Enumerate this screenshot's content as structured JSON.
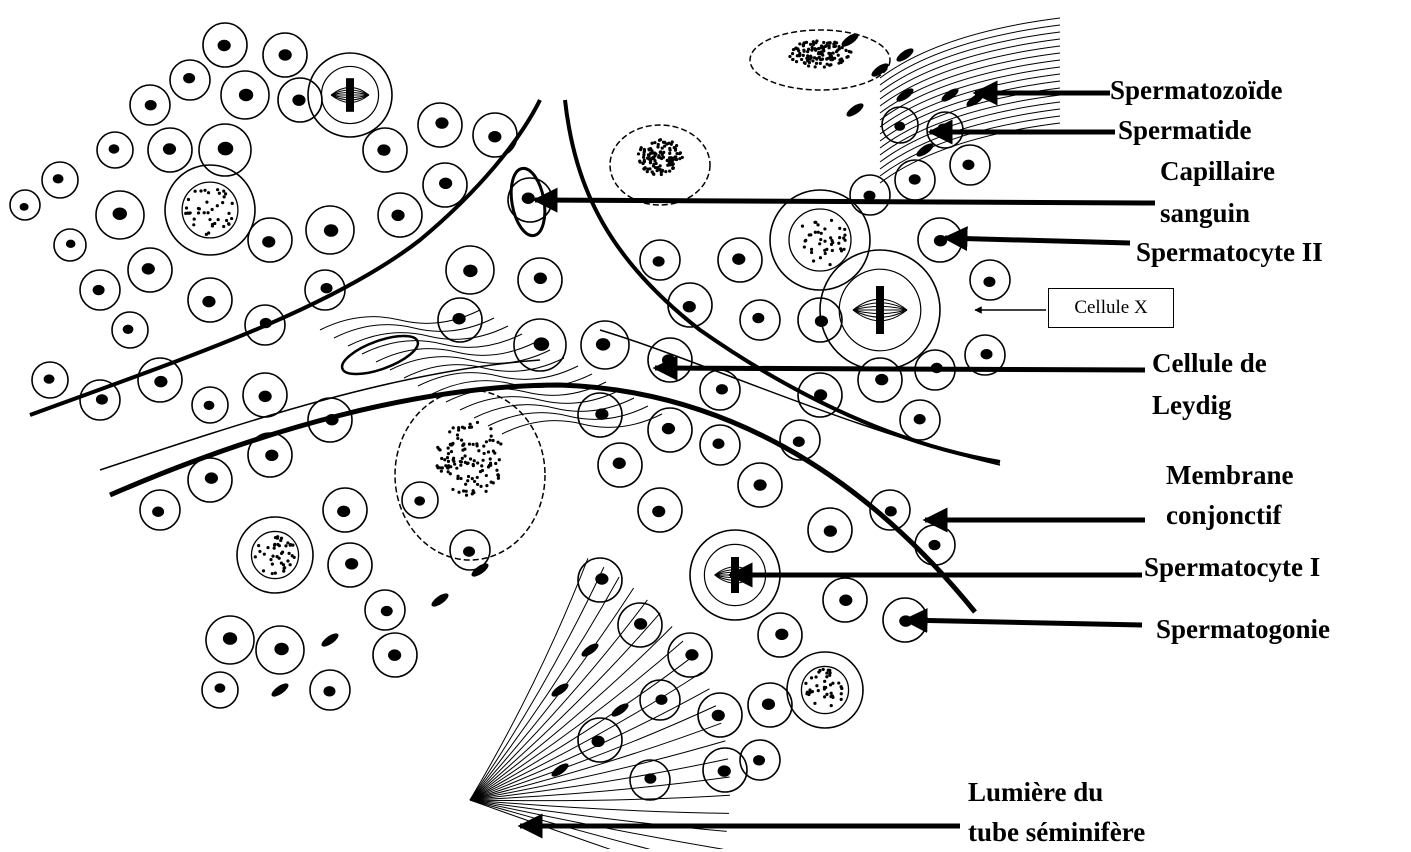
{
  "labels": {
    "spermatozoide": "Spermatozoïde",
    "spermatide": "Spermatide",
    "capillaire_line1": "Capillaire",
    "capillaire_line2": "sanguin",
    "spermatocyte2": "Spermatocyte II",
    "cellule_x": "Cellule X",
    "leydig_line1": "Cellule de",
    "leydig_line2": "Leydig",
    "membrane_line1": "Membrane",
    "membrane_line2": "conjonctif",
    "spermatocyte1": "Spermatocyte I",
    "spermatogonie": "Spermatogonie",
    "lumiere_line1": "Lumière du",
    "lumiere_line2": "tube séminifère"
  },
  "colors": {
    "ink": "#000000",
    "background": "#ffffff"
  }
}
